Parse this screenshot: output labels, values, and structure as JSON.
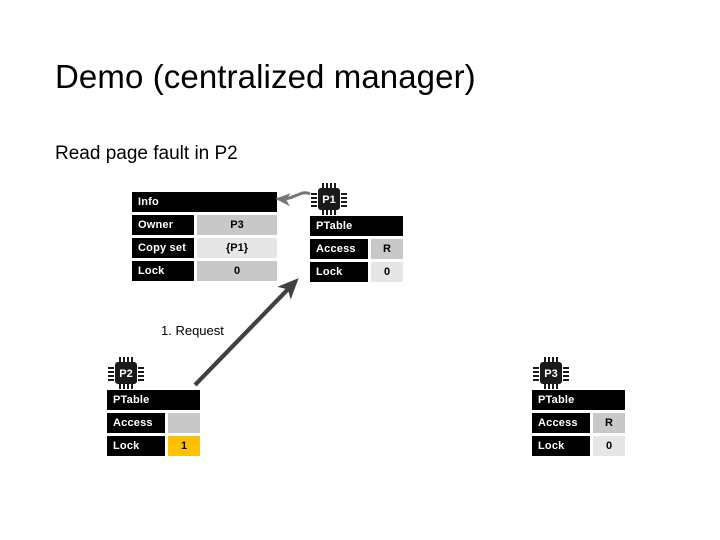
{
  "slide": {
    "title": "Demo (centralized manager)",
    "subtitle": "Read page fault in P2"
  },
  "manager": {
    "header": "Info",
    "rows": [
      {
        "label": "Owner",
        "value": "P3",
        "highlight": "gray"
      },
      {
        "label": "Copy set",
        "value": "{P1}",
        "highlight": "light"
      },
      {
        "label": "Lock",
        "value": "0",
        "highlight": "gray"
      }
    ]
  },
  "processes": [
    {
      "id": "P1",
      "chip_label": "P1",
      "table_header": "PTable",
      "rows": [
        {
          "label": "Access",
          "value": "R",
          "highlight": "gray"
        },
        {
          "label": "Lock",
          "value": "0",
          "highlight": "light"
        }
      ]
    },
    {
      "id": "P2",
      "chip_label": "P2",
      "table_header": "PTable",
      "rows": [
        {
          "label": "Access",
          "value": "",
          "highlight": "gray"
        },
        {
          "label": "Lock",
          "value": "1",
          "highlight": "amber"
        }
      ]
    },
    {
      "id": "P3",
      "chip_label": "P3",
      "table_header": "PTable",
      "rows": [
        {
          "label": "Access",
          "value": "R",
          "highlight": "gray"
        },
        {
          "label": "Lock",
          "value": "0",
          "highlight": "light"
        }
      ]
    }
  ],
  "annotations": {
    "request_step": "1. Request"
  },
  "colors": {
    "table_header_bg": "#000000",
    "table_header_fg": "#ffffff",
    "value_gray": "#c8c8c8",
    "value_light_gray": "#e6e6e6",
    "lock_highlight": "#ffc000",
    "arrow": "#404040",
    "background": "#ffffff"
  }
}
